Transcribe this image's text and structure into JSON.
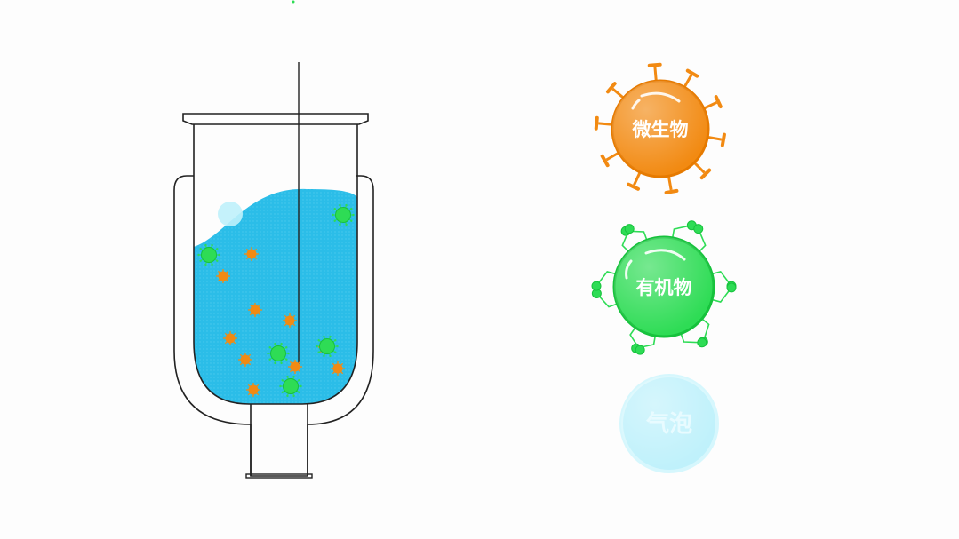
{
  "legend": {
    "microbe": {
      "label": "微生物",
      "color": "#f28a12",
      "rim": "#e67a00"
    },
    "organic": {
      "label": "有机物",
      "color": "#2edc55",
      "rim": "#16c23c"
    },
    "bubble": {
      "label": "气泡",
      "color": "#bff1fb",
      "rim": "#d6f7fd"
    }
  },
  "reactor": {
    "liquid_color": "#2bbde8",
    "line_color": "#222222",
    "icon": "bioreactor-vessel"
  }
}
